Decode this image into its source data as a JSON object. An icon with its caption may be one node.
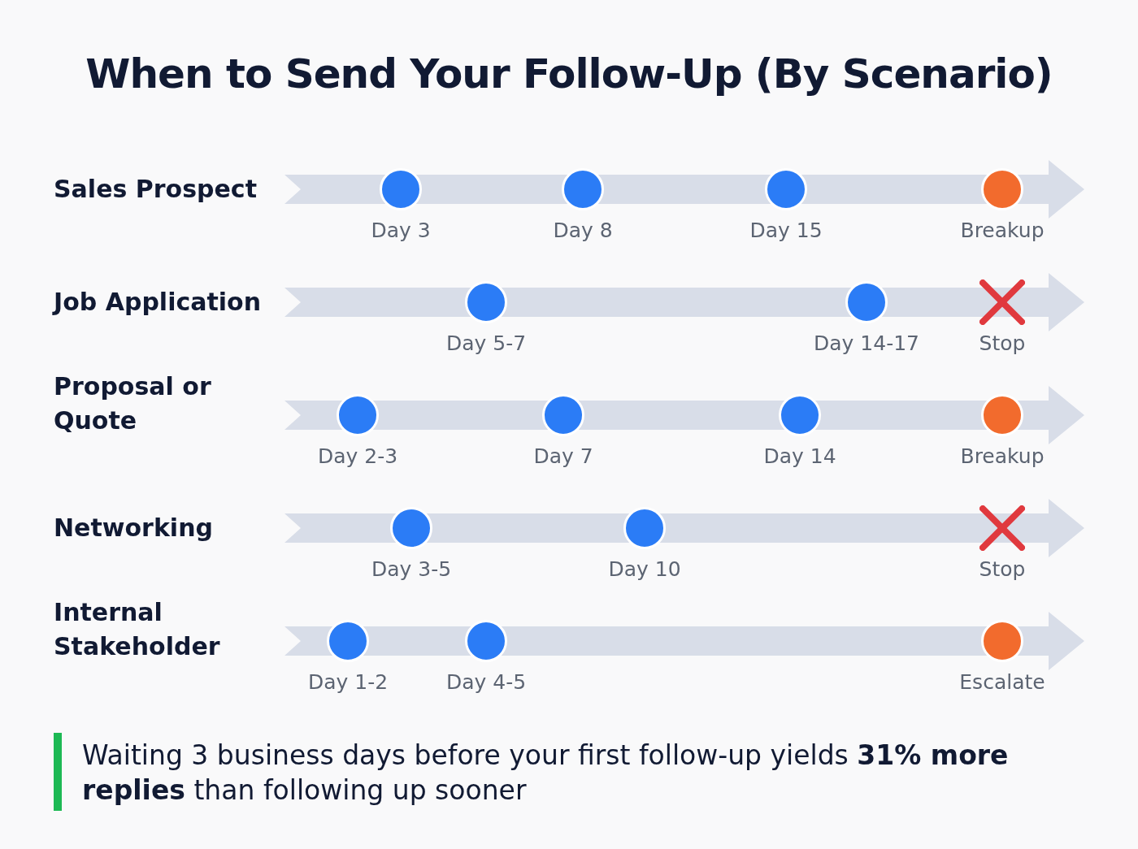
{
  "diagram": {
    "title": "When to Send Your Follow-Up (By Scenario)",
    "caption": "Waiting 3 business days before your first follow-up yields **31% more replies** than following up sooner",
    "nodes": [
      {
        "text": [
          "Sales Prospect"
        ]
      },
      {
        "text": [],
        "shape": "circle",
        "in": 0,
        "beside": [
          "Day 3"
        ]
      },
      {
        "text": [],
        "shape": "circle",
        "in": 0,
        "beside": [
          "Day 8"
        ]
      },
      {
        "text": [],
        "shape": "circle",
        "in": 0,
        "beside": [
          "Day 15"
        ]
      },
      {
        "text": [],
        "shape": "circle",
        "in": 0,
        "beside": [
          "Breakup"
        ]
      },
      {
        "text": [
          "Job Application"
        ]
      },
      {
        "text": [],
        "shape": "circle",
        "in": 5,
        "beside": [
          "Day 5-7"
        ]
      },
      {
        "text": [],
        "shape": "circle",
        "in": 5,
        "beside": [
          "Day 14-17"
        ]
      },
      {
        "text": [],
        "shape": "cross",
        "in": 5,
        "beside": [
          "Stop"
        ]
      },
      {
        "text": [
          "Proposal or Quote"
        ]
      },
      {
        "text": [],
        "shape": "circle",
        "in": 9,
        "beside": [
          "Day 2-3"
        ]
      },
      {
        "text": [],
        "shape": "circle",
        "in": 9,
        "beside": [
          "Day 7"
        ]
      },
      {
        "text": [],
        "shape": "circle",
        "in": 9,
        "beside": [
          "Day 14"
        ]
      },
      {
        "text": [],
        "shape": "circle",
        "in": 9,
        "beside": [
          "Breakup"
        ]
      },
      {
        "text": [
          "Networking"
        ]
      },
      {
        "text": [],
        "shape": "circle",
        "in": 14,
        "beside": [
          "Day 3-5"
        ]
      },
      {
        "text": [],
        "shape": "circle",
        "in": 14,
        "beside": [
          "Day 10"
        ]
      },
      {
        "text": [],
        "shape": "cross",
        "in": 14,
        "beside": [
          "Stop"
        ]
      },
      {
        "text": [
          "Internal Stakeholder"
        ]
      },
      {
        "text": [],
        "shape": "circle",
        "in": 18,
        "beside": [
          "Day 1-2"
        ]
      },
      {
        "text": [],
        "shape": "circle",
        "in": 18,
        "beside": [
          "Day 4-5"
        ]
      },
      {
        "text": [],
        "shape": "circle",
        "in": 18,
        "beside": [
          "Escalate"
        ]
      }
    ]
  }
}
